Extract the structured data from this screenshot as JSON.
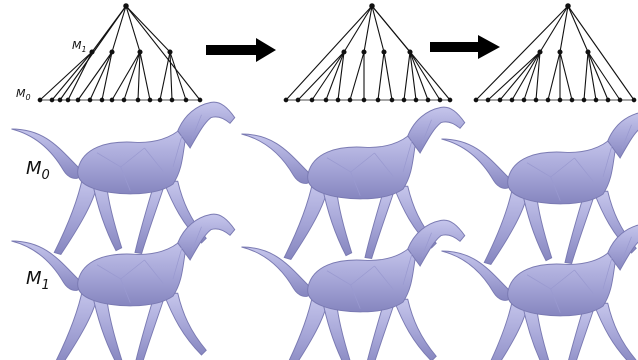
{
  "figure": {
    "labels": {
      "tree_m1": "M1",
      "tree_m0": "M0",
      "row_m0": "M0",
      "row_m1": "M1"
    },
    "colors": {
      "horse_fill": "#a8a8d8",
      "horse_shade": "#8c8cc4",
      "horse_light": "#c4c4ea",
      "horse_stroke": "#7a7ab2",
      "tree_line": "#111111",
      "arrow": "#000000"
    },
    "icons": [
      "hierarchy-tree",
      "right-arrow",
      "horse-mesh"
    ]
  }
}
